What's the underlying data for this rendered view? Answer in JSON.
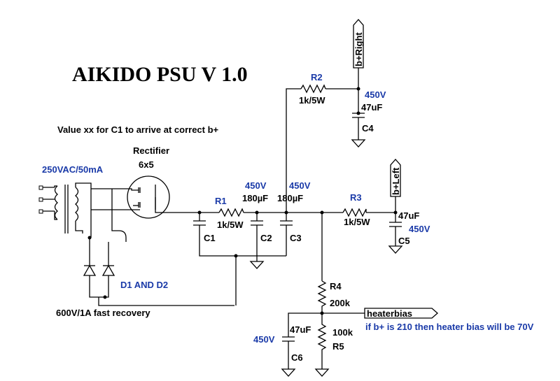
{
  "title": "AIKIDO PSU V 1.0",
  "note": "Value xx for C1 to arrive at correct b+",
  "transformer": {
    "rating": "250VAC/50mA"
  },
  "rectifier": {
    "label": "Rectifier",
    "type": "6x5"
  },
  "diodes": {
    "label": "D1 AND D2",
    "rating": "600V/1A fast recovery"
  },
  "components": {
    "R1": {
      "name": "R1",
      "value": "1k/5W"
    },
    "R2": {
      "name": "R2",
      "value": "1k/5W"
    },
    "R3": {
      "name": "R3",
      "value": "1k/5W"
    },
    "R4": {
      "name": "R4",
      "value": "200k"
    },
    "R5": {
      "name": "R5",
      "value": "100k"
    },
    "C1": {
      "name": "C1"
    },
    "C2": {
      "name": "C2",
      "voltage": "450V",
      "value": "180µF"
    },
    "C3": {
      "name": "C3",
      "voltage": "450V",
      "value": "180µF"
    },
    "C4": {
      "name": "C4",
      "voltage": "450V",
      "value": "47uF"
    },
    "C5": {
      "name": "C5",
      "voltage": "450V",
      "value": "47uF"
    },
    "C6": {
      "name": "C6",
      "voltage": "450V",
      "value": "47uF"
    }
  },
  "ports": {
    "b_right": "b+Right",
    "b_left": "b+Left",
    "heaterbias": "heaterbias"
  },
  "heater_note": "if b+ is 210 then heater bias will be 70V",
  "colors": {
    "wire": "#000000",
    "annotation": "#1a3aa8"
  }
}
